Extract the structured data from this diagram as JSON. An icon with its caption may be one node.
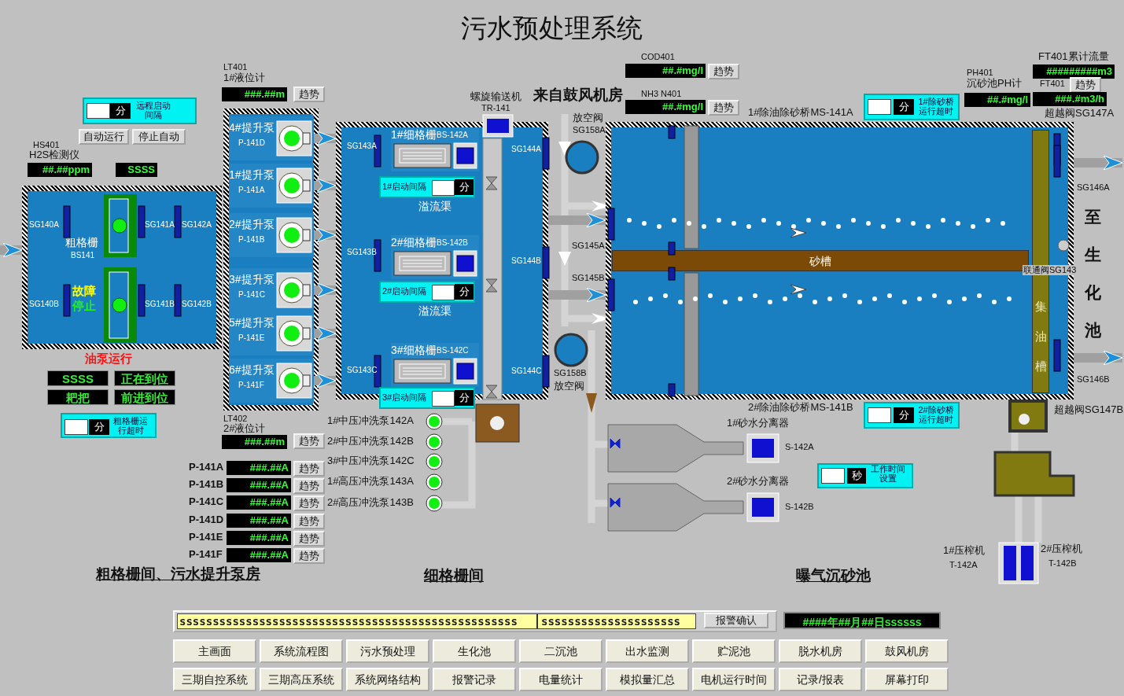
{
  "diagram": {
    "title": "污水预处理系统",
    "nodes": [
      {
        "text": [
          "粗格栅",
          "BS141"
        ]
      },
      {
        "text": [],
        "shape": "box"
      },
      {
        "text": [
          "4#提升泵",
          "P-141D"
        ],
        "in": 1
      },
      {
        "text": [
          "1#提升泵",
          "P-141A"
        ],
        "in": 1
      },
      {
        "text": [
          "2#提升泵",
          "P-141B"
        ],
        "in": 1
      },
      {
        "text": [
          "3#提升泵",
          "P-141C"
        ],
        "in": 1
      },
      {
        "text": [
          "5#提升泵",
          "P-141E"
        ],
        "in": 1
      },
      {
        "text": [
          "6#提升泵",
          "P-141F"
        ],
        "in": 1
      },
      {
        "text": [],
        "shape": "box"
      },
      {
        "text": [
          "1#细格栅",
          "BS-142A"
        ],
        "in": 8
      },
      {
        "text": [
          "2#细格栅",
          "BS-142B"
        ],
        "in": 8
      },
      {
        "text": [
          "3#细格栅",
          "BS-142C"
        ],
        "in": 8
      },
      {
        "text": [],
        "shape": "box"
      },
      {
        "text": [
          "砂槽"
        ],
        "in": 12
      },
      {
        "text": [
          "集油槽"
        ],
        "in": 12
      }
    ],
    "edges": [
      {
        "from": null,
        "to": 0,
        "arrow": "to"
      },
      {
        "from": 2,
        "to": 8,
        "arrow": "to"
      },
      {
        "from": 3,
        "to": 8,
        "arrow": "to"
      },
      {
        "from": 4,
        "to": 8,
        "arrow": "to"
      },
      {
        "from": 5,
        "to": 8,
        "arrow": "to"
      },
      {
        "from": 6,
        "to": 8,
        "arrow": "to"
      },
      {
        "from": 7,
        "to": 8,
        "arrow": "to"
      },
      {
        "from": 8,
        "to": 12,
        "arrow": "to"
      },
      {
        "from": 8,
        "to": 12,
        "arrow": "to"
      },
      {
        "from": 12,
        "to": null,
        "arrow": "to"
      },
      {
        "from": 12,
        "to": null,
        "arrow": "to"
      }
    ],
    "labels": [
      "LT401",
      "1#液位计",
      "分",
      "远程启动间隔",
      "###.##m",
      "趋势",
      "COD401",
      "##.#mg/l",
      "趋势",
      "NH3 N401",
      "##.#mg/l",
      "趋势",
      "螺旋输送机",
      "来自鼓风机房",
      "TR-141",
      "放空阀",
      "SG158A",
      "1#除油除砂桥MS-141A",
      "分",
      "1#除砂桥运行超时",
      "PH401",
      "沉砂池PH计",
      "##.#mg/l",
      "FT401累计流量",
      "#########m3",
      "FT401",
      "趋势",
      "###.#m3/h",
      "超越阀SG147A",
      "自动运行",
      "停止自动",
      "HS401",
      "H2S检测仪",
      "##.##ppm",
      "SSSS",
      "SG140A",
      "SG141A",
      "SG142A",
      "故障",
      "SG140B",
      "停止",
      "SG141B",
      "SG142B",
      "油泵运行",
      "SSSS",
      "正在到位",
      "耙把",
      "前进到位",
      "分",
      "粗格栅运行超时",
      "LT402",
      "2#液位计",
      "###.##m",
      "趋势",
      "P-141A",
      "###.##A",
      "趋势",
      "P-141B",
      "###.##A",
      "趋势",
      "P-141C",
      "###.##A",
      "趋势",
      "P-141D",
      "###.##A",
      "趋势",
      "P-141E",
      "###.##A",
      "趋势",
      "P-141F",
      "###.##A",
      "趋势",
      "1#中压冲洗泵142A",
      "2#中压冲洗泵142B",
      "3#中压冲洗泵142C",
      "1#高压冲洗泵143A",
      "2#高压冲洗泵143B",
      "SG143A",
      "SG144A",
      "1#启动间隔",
      "分",
      "溢流渠",
      "SG143B",
      "SG144B",
      "2#启动间隔",
      "分",
      "溢流渠",
      "SG143C",
      "SG144C",
      "3#启动间隔",
      "分",
      "SG145A",
      "SG145B",
      "SG158B",
      "放空阀",
      "2#除油除砂桥MS-141B",
      "分",
      "2#除砂桥运行超时",
      "SG146A",
      "至生化池",
      "联通阀SG143",
      "SG146B",
      "超越阀SG147B",
      "1#砂水分离器",
      "S-142A",
      "2#砂水分离器",
      "S-142B",
      "秒",
      "工作时间设置",
      "1#压榨机",
      "T-142A",
      "2#压榨机",
      "T-142B",
      "粗格栅间、污水提升泵房",
      "细格栅间",
      "曝气沉砂池",
      "sssssssssssssssssssssssssssssssssssssssssssssssssss",
      "sssssssssssssssssssss",
      "报警确认",
      "####年##月##日ssssss",
      "主画面",
      "系统流程图",
      "污水预处理",
      "生化池",
      "二沉池",
      "出水监测",
      "贮泥池",
      "脱水机房",
      "鼓风机房",
      "三期自控系统",
      "三期高压系统",
      "系统网络结构",
      "报警记录",
      "电量统计",
      "模拟量汇总",
      "电机运行时间",
      "记录/报表",
      "屏幕打印"
    ]
  }
}
